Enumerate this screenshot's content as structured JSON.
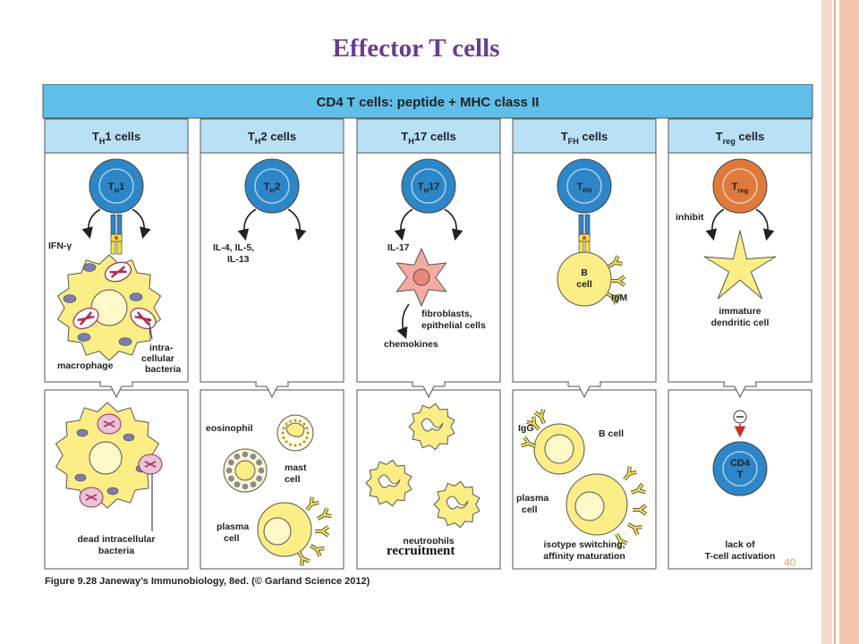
{
  "slide": {
    "title": "Effector T cells",
    "page_number": "40",
    "caption": "Figure 9.28 Janeway’s Immunobiology, 8ed. (© Garland Science 2012)",
    "overlay_label": "recruitment"
  },
  "figure": {
    "header": "CD4 T cells: peptide + MHC class II",
    "columns": [
      {
        "title": {
          "main": "T",
          "sub": "H",
          "rest": "1 cells"
        },
        "cell": {
          "main": "T",
          "sub": "H",
          "rest": "1"
        },
        "top_labels": [
          "IFN-γ",
          "macrophage",
          "intra-",
          "cellular",
          "bacteria"
        ],
        "bottom_labels": [
          "dead intracellular",
          "bacteria"
        ]
      },
      {
        "title": {
          "main": "T",
          "sub": "H",
          "rest": "2 cells"
        },
        "cell": {
          "main": "T",
          "sub": "H",
          "rest": "2"
        },
        "top_labels": [
          "IL-4, IL-5,",
          "IL-13"
        ],
        "bottom_labels": [
          "eosinophil",
          "mast",
          "cell",
          "plasma",
          "cell"
        ]
      },
      {
        "title": {
          "main": "T",
          "sub": "H",
          "rest": "17 cells"
        },
        "cell": {
          "main": "T",
          "sub": "H",
          "rest": "17"
        },
        "top_labels": [
          "IL-17",
          "fibroblasts,",
          "epithelial cells",
          "chemokines"
        ],
        "bottom_labels": [
          "neutrophils"
        ]
      },
      {
        "title": {
          "main": "T",
          "sub": "FH",
          "rest": " cells"
        },
        "cell": {
          "main": "T",
          "sub": "FH",
          "rest": ""
        },
        "top_labels": [
          "B",
          "cell",
          "IgM"
        ],
        "bottom_labels": [
          "IgG",
          "B cell",
          "plasma",
          "cell",
          "isotype switching,",
          "affinity maturation"
        ]
      },
      {
        "title": {
          "main": "T",
          "sub": "reg",
          "rest": " cells"
        },
        "cell": {
          "main": "T",
          "sub": "reg",
          "rest": ""
        },
        "top_labels": [
          "inhibit",
          "immature",
          "dendritic cell"
        ],
        "bottom_labels": [
          "CD4",
          "T",
          "lack of",
          "T-cell activation"
        ]
      }
    ]
  },
  "colors": {
    "header_blue": "#5fbfe9",
    "subheader_blue": "#b9e1f5",
    "tcell_blue": "#2d86c8",
    "treg_orange": "#e07a3c",
    "cell_yellow": "#fbee86",
    "title_purple": "#6a3d92"
  }
}
